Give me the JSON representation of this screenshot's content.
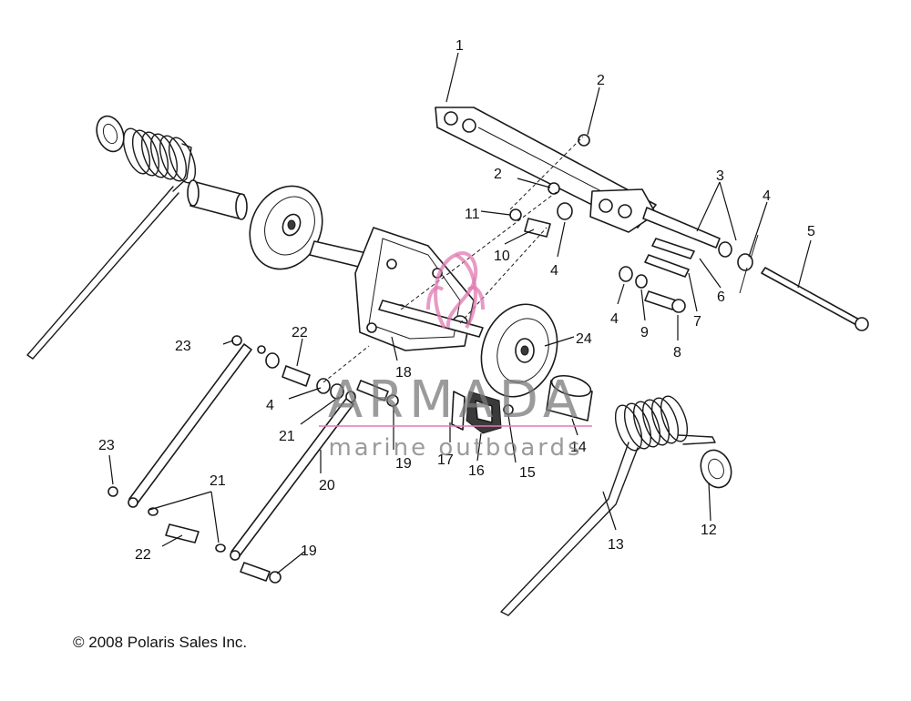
{
  "copyright": "© 2008 Polaris Sales Inc.",
  "watermark": {
    "brand": "ARMADA",
    "tagline": "marine outboards",
    "accent_color": "#e07ab0"
  },
  "callouts": {
    "c1": "1",
    "c2a": "2",
    "c2b": "2",
    "c3": "3",
    "c4a": "4",
    "c4b": "4",
    "c4c": "4",
    "c4d": "4",
    "c5": "5",
    "c6": "6",
    "c7": "7",
    "c8": "8",
    "c9": "9",
    "c10": "10",
    "c11": "11",
    "c12": "12",
    "c13": "13",
    "c14": "14",
    "c15": "15",
    "c16": "16",
    "c17": "17",
    "c18": "18",
    "c19a": "19",
    "c19b": "19",
    "c20": "20",
    "c21a": "21",
    "c21b": "21",
    "c22a": "22",
    "c22b": "22",
    "c23a": "23",
    "c23b": "23",
    "c24": "24"
  }
}
